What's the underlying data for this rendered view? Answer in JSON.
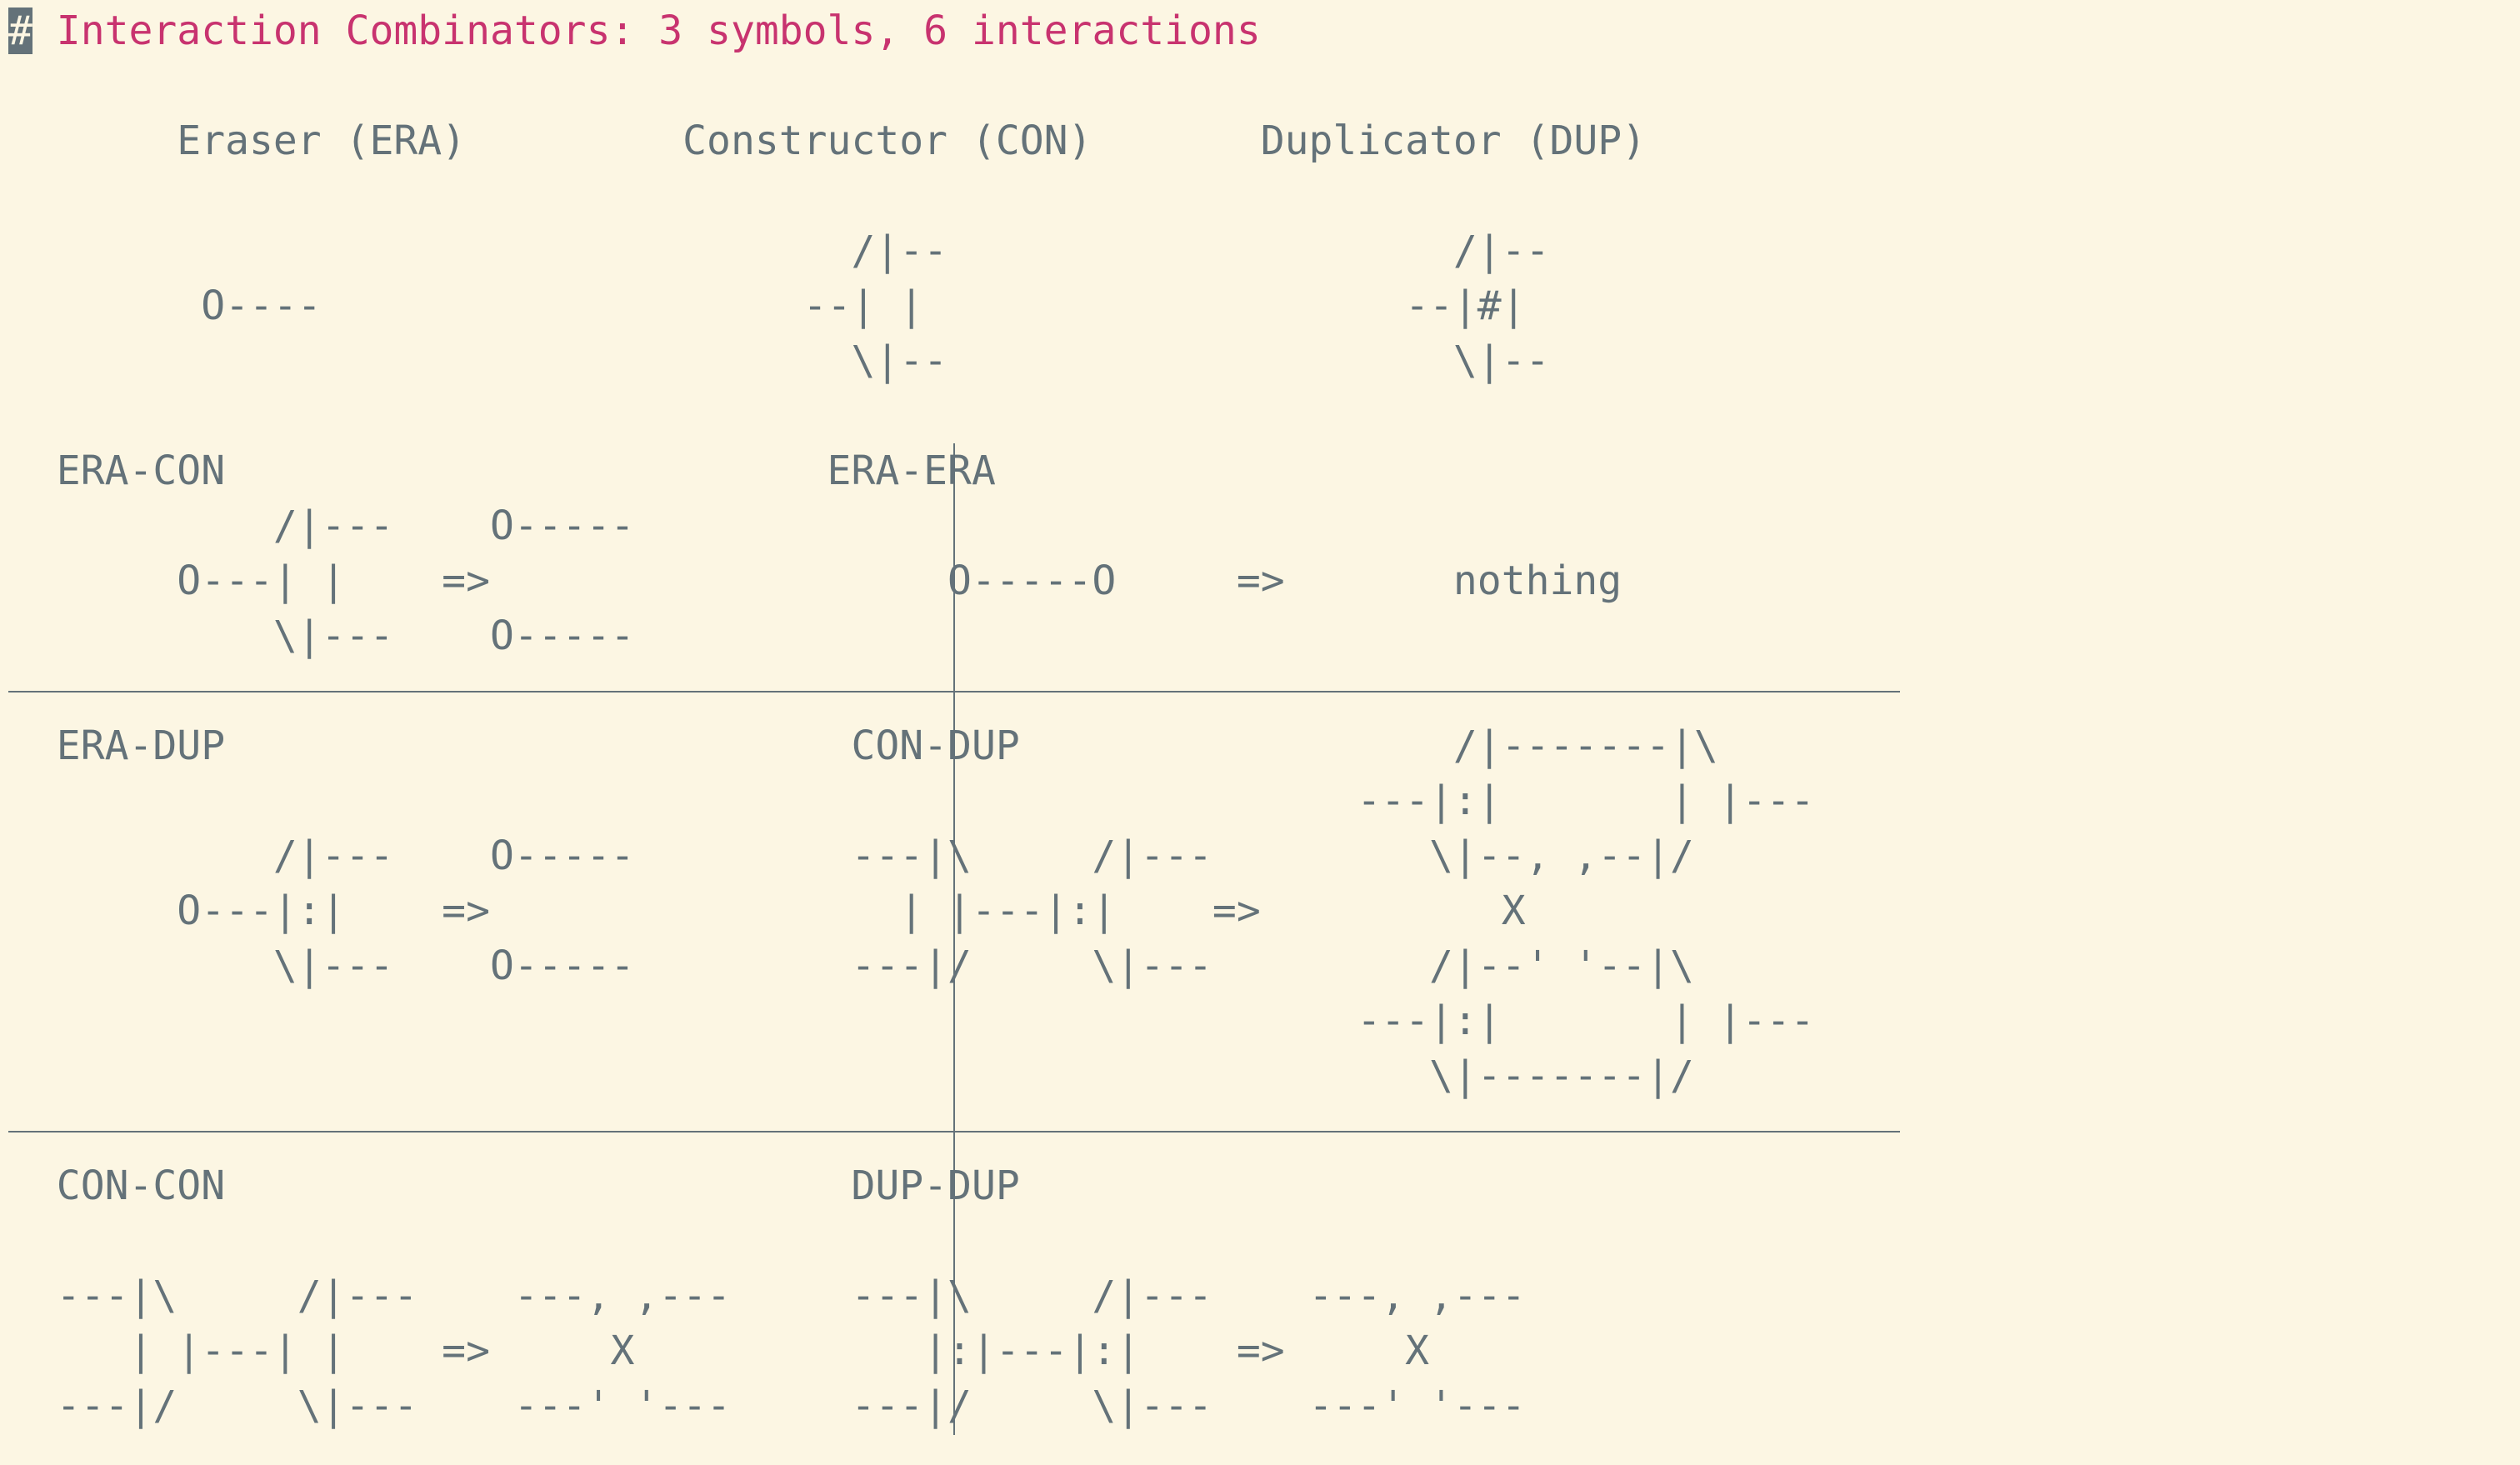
{
  "editor": {
    "cursor_char": "#",
    "heading": " Interaction Combinators: 3 symbols, 6 interactions",
    "lines": [
      "       Eraser (ERA)         Constructor (CON)       Duplicator (DUP)",
      "",
      "                                   /|--                     /|--",
      "        O----                    --| |                    --|#|",
      "                                   \\|--                     \\|--",
      "",
      "  ERA-CON                         ERA-ERA",
      "           /|---    O-----",
      "       O---| |    =>                   O-----O     =>       nothing",
      "           \\|---    O-----",
      "",
      "  ERA-DUP                          CON-DUP                  /|-------|\\",
      "                                                        ---|:|       | |---",
      "           /|---    O-----         ---|\\     /|---         \\|--, ,--|/",
      "       O---|:|    =>                 | |---|:|    =>          X",
      "           \\|---    O-----         ---|/     \\|---         /|--' '--|\\",
      "                                                        ---|:|       | |---",
      "                                                           \\|-------|/",
      "  CON-CON                          DUP-DUP",
      "",
      "  ---|\\     /|---    ---, ,---     ---|\\     /|---    ---, ,---",
      "     | |---| |    =>     X            |:|---|:|    =>     X",
      "  ---|/     \\|---    ---' '---     ---|/     \\|---    ---' '---"
    ]
  }
}
